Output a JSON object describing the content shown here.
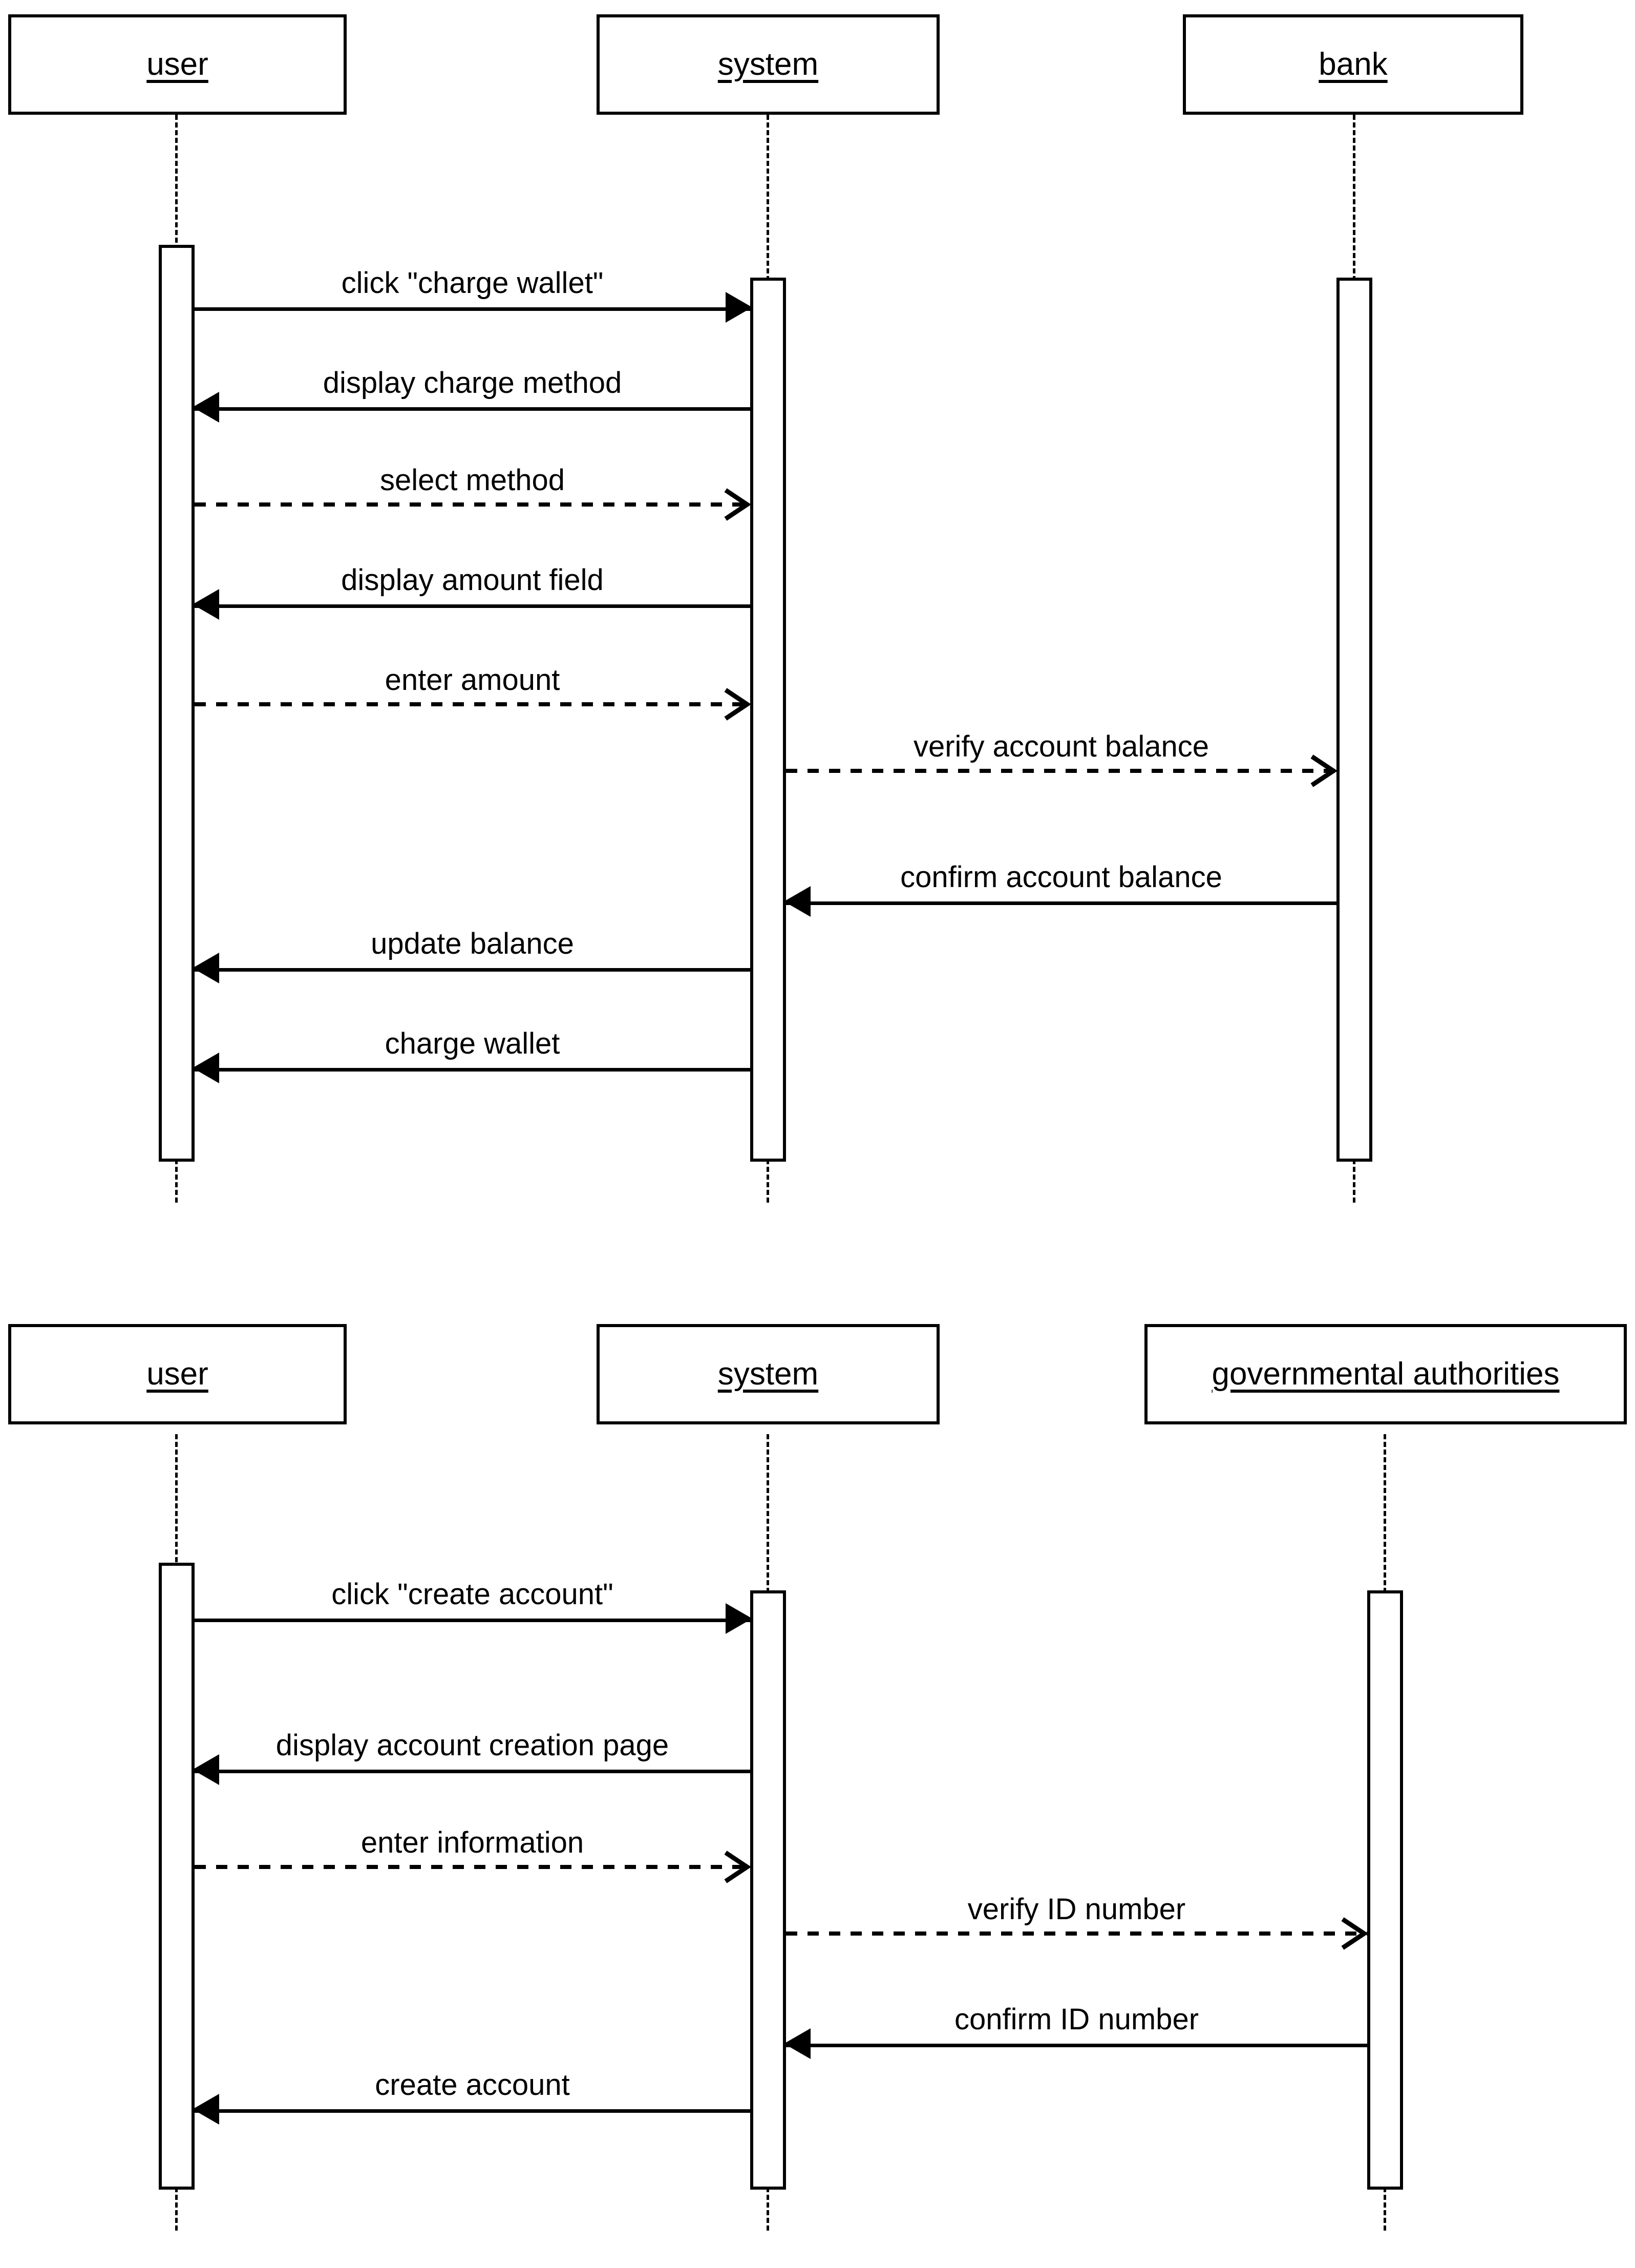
{
  "diagrams": [
    {
      "id": "charge-wallet-sequence",
      "participants": [
        {
          "name": "user"
        },
        {
          "name": "system"
        },
        {
          "name": "bank"
        }
      ],
      "messages": [
        {
          "label": "click \"charge wallet\"",
          "from": "user",
          "to": "system",
          "style": "solid",
          "direction": "right"
        },
        {
          "label": "display charge method",
          "from": "system",
          "to": "user",
          "style": "solid",
          "direction": "left"
        },
        {
          "label": "select method",
          "from": "user",
          "to": "system",
          "style": "dashed",
          "direction": "right"
        },
        {
          "label": "display amount field",
          "from": "system",
          "to": "user",
          "style": "solid",
          "direction": "left"
        },
        {
          "label": "enter amount",
          "from": "user",
          "to": "system",
          "style": "dashed",
          "direction": "right"
        },
        {
          "label": "verify account balance",
          "from": "system",
          "to": "bank",
          "style": "dashed",
          "direction": "right"
        },
        {
          "label": "confirm account balance",
          "from": "bank",
          "to": "system",
          "style": "solid",
          "direction": "left"
        },
        {
          "label": "update balance",
          "from": "system",
          "to": "user",
          "style": "solid",
          "direction": "left"
        },
        {
          "label": "charge wallet",
          "from": "system",
          "to": "user",
          "style": "solid",
          "direction": "left"
        }
      ]
    },
    {
      "id": "create-account-sequence",
      "participants": [
        {
          "name": "user"
        },
        {
          "name": "system"
        },
        {
          "name": "governmental authorities"
        }
      ],
      "messages": [
        {
          "label": "click \"create account\"",
          "from": "user",
          "to": "system",
          "style": "solid",
          "direction": "right"
        },
        {
          "label": "display account creation page",
          "from": "system",
          "to": "user",
          "style": "solid",
          "direction": "left"
        },
        {
          "label": "enter information",
          "from": "user",
          "to": "system",
          "style": "dashed",
          "direction": "right"
        },
        {
          "label": "verify ID number",
          "from": "system",
          "to": "gov",
          "style": "dashed",
          "direction": "right"
        },
        {
          "label": "confirm ID number",
          "from": "gov",
          "to": "system",
          "style": "solid",
          "direction": "left"
        },
        {
          "label": "create account",
          "from": "system",
          "to": "user",
          "style": "solid",
          "direction": "left"
        }
      ]
    }
  ],
  "colors": {
    "stroke": "#000000",
    "background": "#ffffff"
  }
}
